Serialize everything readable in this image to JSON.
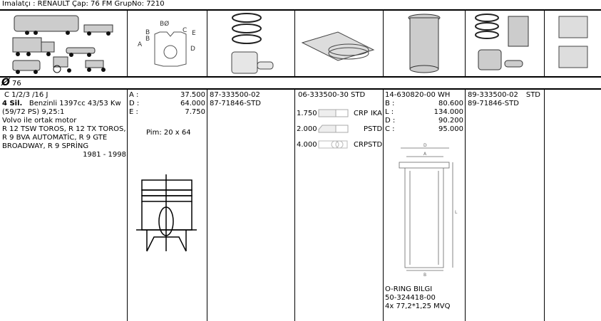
{
  "header": {
    "text": "İmalatçı : RENAULT   Çap: 76  FM GrupNo: 7210"
  },
  "diameter": {
    "symbol": "Ø",
    "value": "76"
  },
  "engine": {
    "code": "C 1/2/3 /16 J",
    "cyl": "4 Sil.",
    "desc1": "Benzinli 1397cc 43/53 Kw",
    "desc2": "(59/72 PS) 9,25:1",
    "note": "Volvo ile ortak motor",
    "models1": "R 12 TSW TOROS, R 12 TX TOROS,",
    "models2": "R 9 BVA AUTOMATİC, R 9 GTE",
    "models3": "BROADWAY, R 9 SPRİNG",
    "years": "1981 - 1998"
  },
  "piston": {
    "dims": [
      {
        "label": "A :",
        "value": "37.500"
      },
      {
        "label": "D :",
        "value": "64.000"
      },
      {
        "label": "E :",
        "value": "7.750"
      }
    ],
    "pin": "Pim: 20 x 64",
    "diagram_labels": {
      "b": "B",
      "bo": "BØ",
      "c": "C",
      "e": "E",
      "a": "A",
      "d": "D"
    }
  },
  "piston_parts": [
    "87-333500-02",
    "87-71846-STD"
  ],
  "rings": {
    "code": "06-333500-30 STD",
    "items": [
      {
        "size": "1.750",
        "type": "CRP",
        "std": "IKA"
      },
      {
        "size": "2.000",
        "type": "P",
        "std": "STD"
      },
      {
        "size": "4.000",
        "type": "CRP",
        "std": "STD"
      }
    ]
  },
  "liner": {
    "code": "14-630820-00 WH",
    "dims": [
      {
        "label": "B :",
        "value": "80.600"
      },
      {
        "label": "L :",
        "value": "134.000"
      },
      {
        "label": "D :",
        "value": "90.200"
      },
      {
        "label": "C :",
        "value": "95.000"
      }
    ],
    "diagram_labels": {
      "d": "D",
      "a": "A",
      "b": "B",
      "l": "L"
    },
    "oring_title": "O-RING BİLGİ",
    "oring_code": "50-324418-00",
    "oring_spec": "4x 77,2*1,25 MVQ"
  },
  "kit": {
    "code": "89-333500-02",
    "std": "STD",
    "pin": "89-71846-STD"
  }
}
